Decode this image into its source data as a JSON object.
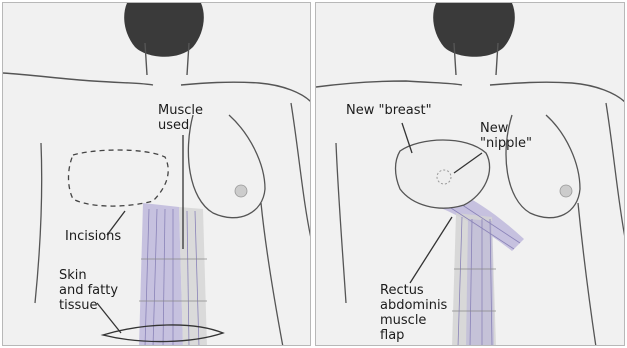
{
  "left_panel": {
    "labels": {
      "muscle_used": "Muscle\nused",
      "incisions": "Incisions",
      "skin_fatty": "Skin\nand fatty\ntissue"
    }
  },
  "right_panel": {
    "labels": {
      "new_breast": "New \"breast\"",
      "new_nipple": "New\n\"nipple\"",
      "rectus": "Rectus\nabdominis\nmuscle\nflap"
    }
  },
  "colors": {
    "skin": "#f1f1f1",
    "hair": "#3a3a3a",
    "outline": "#555555",
    "muscle": "#b7b0d8",
    "muscle_line": "#8a83b8"
  }
}
